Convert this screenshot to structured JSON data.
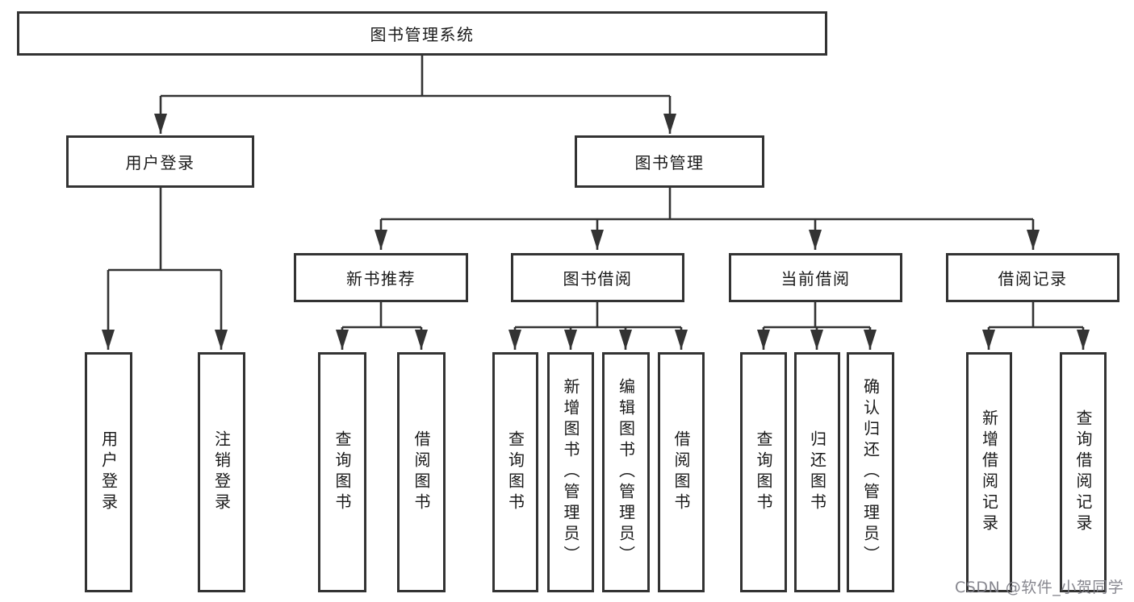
{
  "diagram": {
    "type": "hierarchy-tree",
    "watermark": "CSDN @软件_小贺同学",
    "colors": {
      "line": "#333333",
      "box_border": "#333333",
      "box_fill": "#ffffff",
      "text": "#1a1a1a",
      "watermark_text": "#7d7d86",
      "background": "#ffffff"
    }
  },
  "tree": {
    "label": "图书管理系统",
    "children": [
      {
        "label": "用户登录",
        "children": [
          {
            "label": "用户登录"
          },
          {
            "label": "注销登录"
          }
        ]
      },
      {
        "label": "图书管理",
        "children": [
          {
            "label": "新书推荐",
            "children": [
              {
                "label": "查询图书"
              },
              {
                "label": "借阅图书"
              }
            ]
          },
          {
            "label": "图书借阅",
            "children": [
              {
                "label": "查询图书"
              },
              {
                "label": "新增图书（管理员）"
              },
              {
                "label": "编辑图书（管理员）"
              },
              {
                "label": "借阅图书"
              }
            ]
          },
          {
            "label": "当前借阅",
            "children": [
              {
                "label": "查询图书"
              },
              {
                "label": "归还图书"
              },
              {
                "label": "确认归还（管理员）"
              }
            ]
          },
          {
            "label": "借阅记录",
            "children": [
              {
                "label": "新增借阅记录"
              },
              {
                "label": "查询借阅记录"
              }
            ]
          }
        ]
      }
    ]
  }
}
